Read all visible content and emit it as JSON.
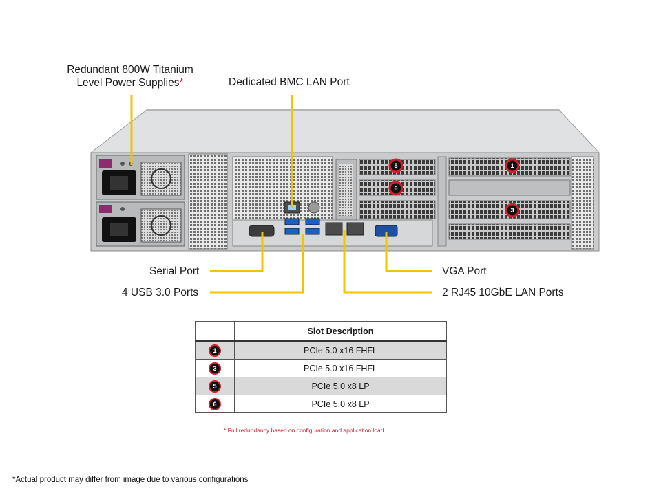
{
  "callouts": {
    "psu_line1": "Redundant  800W Titanium",
    "psu_line2": "Level Power Supplies",
    "psu_asterisk": "*",
    "bmc": "Dedicated BMC LAN Port",
    "serial": "Serial Port",
    "usb": "4 USB 3.0 Ports",
    "vga": "VGA Port",
    "lan": "2 RJ45 10GbE LAN Ports"
  },
  "slot_markers": [
    "1",
    "3",
    "5",
    "6"
  ],
  "slot_table": {
    "header": "Slot Description",
    "rows": [
      {
        "num": "1",
        "desc": "PCIe 5.0 x16 FHFL"
      },
      {
        "num": "3",
        "desc": "PCIe 5.0 x16 FHFL"
      },
      {
        "num": "5",
        "desc": "PCIe 5.0 x8 LP"
      },
      {
        "num": "6",
        "desc": "PCIe 5.0 x8 LP"
      }
    ]
  },
  "footnotes": {
    "redundancy": "* Full redundancy based on configuration and application load.",
    "actual_product": "*Actual product may differ from image due to various configurations"
  },
  "colors": {
    "callout_line": "#f2c400",
    "badge_ring": "#d0202a",
    "chassis": "#d4d6d8"
  }
}
